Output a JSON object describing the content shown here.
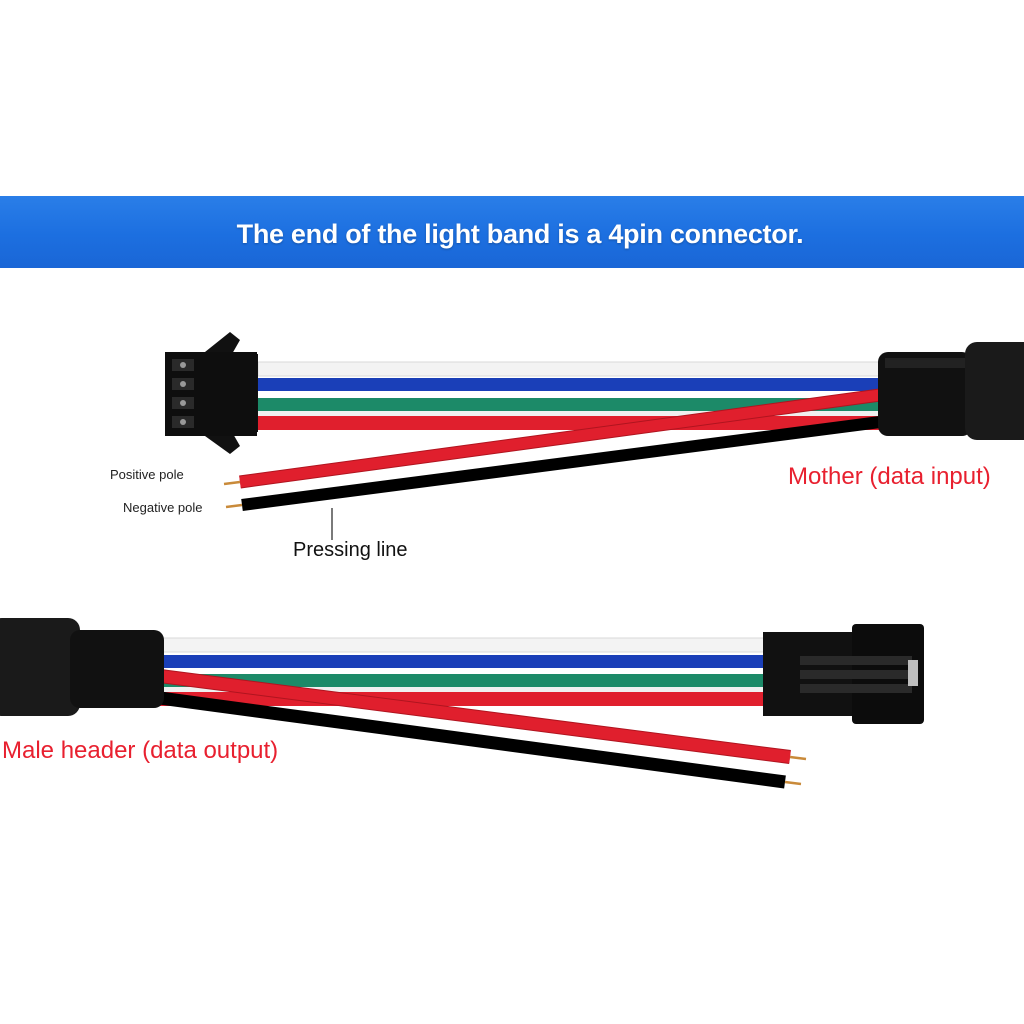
{
  "banner": {
    "title": "The end of the light band is a 4pin connector."
  },
  "labels": {
    "positive_pole": "Positive pole",
    "negative_pole": "Negative pole",
    "pressing_line": "Pressing line",
    "mother": "Mother (data input)",
    "male_header": "Male header (data output)"
  },
  "wire_colors": {
    "white": "#f2f2f2",
    "blue": "#1a3fb8",
    "green": "#1c8a68",
    "red": "#e01f2d",
    "black": "#111111"
  },
  "banner_color": "#1f72e3"
}
